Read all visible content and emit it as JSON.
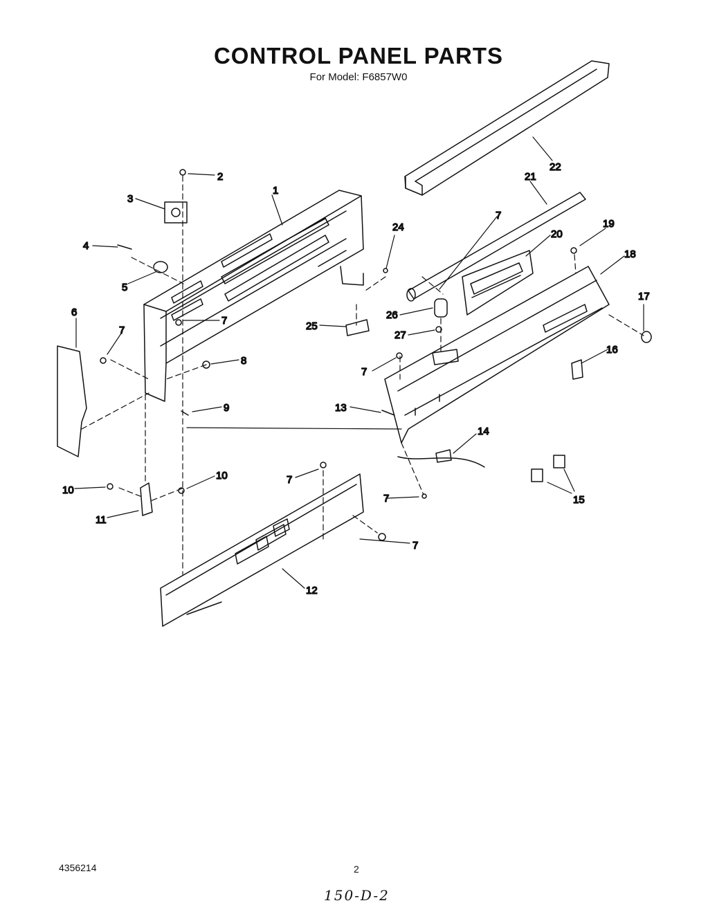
{
  "header": {
    "title": "CONTROL PANEL PARTS",
    "subtitle": "For Model: F6857W0"
  },
  "callouts": [
    {
      "id": "c1",
      "text": "1"
    },
    {
      "id": "c2",
      "text": "2"
    },
    {
      "id": "c3",
      "text": "3"
    },
    {
      "id": "c4",
      "text": "4"
    },
    {
      "id": "c5",
      "text": "5"
    },
    {
      "id": "c6",
      "text": "6"
    },
    {
      "id": "c7a",
      "text": "7"
    },
    {
      "id": "c7b",
      "text": "7"
    },
    {
      "id": "c7c",
      "text": "7"
    },
    {
      "id": "c7d",
      "text": "7"
    },
    {
      "id": "c7e",
      "text": "7"
    },
    {
      "id": "c7f",
      "text": "7"
    },
    {
      "id": "c7g",
      "text": "7"
    },
    {
      "id": "c8",
      "text": "8"
    },
    {
      "id": "c9",
      "text": "9"
    },
    {
      "id": "c10a",
      "text": "10"
    },
    {
      "id": "c10b",
      "text": "10"
    },
    {
      "id": "c11",
      "text": "11"
    },
    {
      "id": "c12",
      "text": "12"
    },
    {
      "id": "c13",
      "text": "13"
    },
    {
      "id": "c14",
      "text": "14"
    },
    {
      "id": "c15",
      "text": "15"
    },
    {
      "id": "c16",
      "text": "16"
    },
    {
      "id": "c17",
      "text": "17"
    },
    {
      "id": "c18",
      "text": "18"
    },
    {
      "id": "c19",
      "text": "19"
    },
    {
      "id": "c20",
      "text": "20"
    },
    {
      "id": "c21",
      "text": "21"
    },
    {
      "id": "c22",
      "text": "22"
    },
    {
      "id": "c24",
      "text": "24"
    },
    {
      "id": "c25",
      "text": "25"
    },
    {
      "id": "c26",
      "text": "26"
    },
    {
      "id": "c27",
      "text": "27"
    }
  ],
  "footer": {
    "doc_number": "4356214",
    "page_number": "2",
    "handwritten_note": "150-D-2"
  }
}
